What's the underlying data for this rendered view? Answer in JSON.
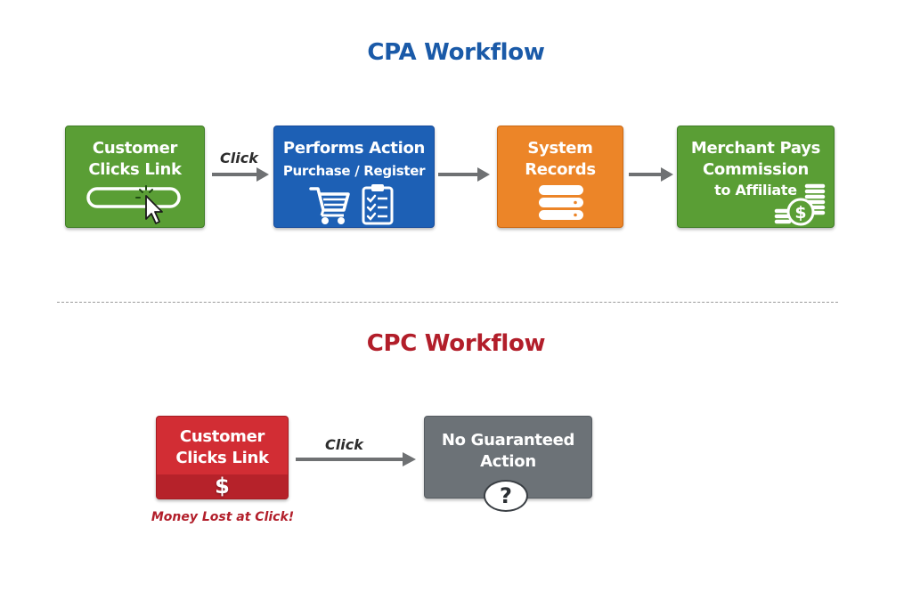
{
  "colors": {
    "cpa_title": "#1a5aa8",
    "cpc_title": "#b21e2a",
    "green": "#5a9e35",
    "blue": "#1d60b5",
    "orange": "#ec8528",
    "red": "#d22d34",
    "gray": "#6c7277",
    "arrow": "#6f7173",
    "money_lost": "#b21e2a"
  },
  "cpa": {
    "title": "CPA Workflow",
    "step1": {
      "line1": "Customer",
      "line2": "Clicks Link",
      "icon": "cursor-click-icon"
    },
    "arrow1_label": "Click",
    "step2": {
      "line1": "Performs Action",
      "line2": "Purchase / Register",
      "icons": [
        "shopping-cart-icon",
        "clipboard-checklist-icon"
      ]
    },
    "step3": {
      "line1": "System",
      "line2": "Records",
      "icon": "database-icon"
    },
    "step4": {
      "line1": "Merchant Pays",
      "line2": "Commission",
      "line3": "to Affiliate",
      "icon": "coins-dollar-icon"
    }
  },
  "cpc": {
    "title": "CPC Workflow",
    "step1": {
      "line1": "Customer",
      "line2": "Clicks Link",
      "symbol": "$",
      "icon": "dollar-icon"
    },
    "arrow_label": "Click",
    "step2": {
      "line1": "No Guaranteed",
      "line2": "Action",
      "symbol": "?",
      "icon": "question-icon"
    },
    "caption": "Money Lost at Click!"
  }
}
